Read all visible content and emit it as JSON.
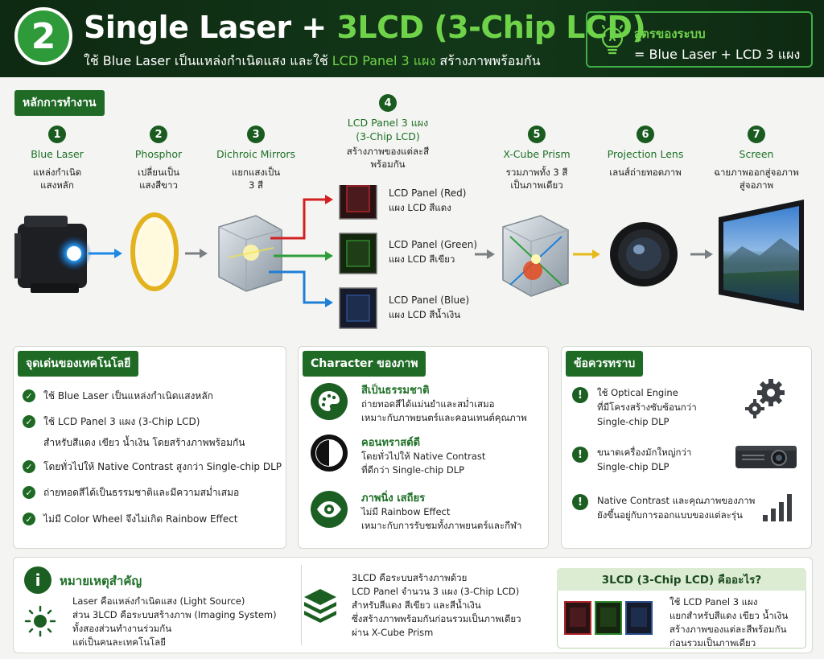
{
  "header": {
    "number": "2",
    "title_a": "Single Laser + ",
    "title_b": "3LCD (3-Chip LCD)",
    "sub_a": "ใช้ Blue Laser เป็นแหล่งกำเนิดแสง และใช้ ",
    "sub_b": "LCD Panel 3 แผง",
    "sub_c": " สร้างภาพพร้อมกัน",
    "formula_title": "สูตรของระบบ",
    "formula_value": "= Blue Laser + LCD 3 แผง"
  },
  "process": {
    "label": "หลักการทำงาน",
    "steps": [
      {
        "num": "1",
        "title": "Blue Laser",
        "desc1": "แหล่งกำเนิด",
        "desc2": "แสงหลัก"
      },
      {
        "num": "2",
        "title": "Phosphor",
        "desc1": "เปลี่ยนเป็น",
        "desc2": "แสงสีขาว"
      },
      {
        "num": "3",
        "title": "Dichroic Mirrors",
        "desc1": "แยกแสงเป็น",
        "desc2": "3 สี"
      },
      {
        "num": "4",
        "title1": "LCD Panel 3 แผง",
        "title2": "(3-Chip LCD)",
        "desc1": "สร้างภาพของแต่ละสี",
        "desc2": "พร้อมกัน"
      },
      {
        "num": "5",
        "title": "X-Cube Prism",
        "desc1": "รวมภาพทั้ง 3 สี",
        "desc2": "เป็นภาพเดียว"
      },
      {
        "num": "6",
        "title": "Projection Lens",
        "desc1": "เลนส์ถ่ายทอดภาพ",
        "desc2": ""
      },
      {
        "num": "7",
        "title": "Screen",
        "desc1": "ฉายภาพออกสู่จอภาพ",
        "desc2": "สู่จอภาพ"
      }
    ],
    "lcd": [
      {
        "title": "LCD Panel (Red)",
        "sub": "แผง LCD สีแดง",
        "color": "#b0282c"
      },
      {
        "title": "LCD Panel (Green)",
        "sub": "แผง LCD สีเขียว",
        "color": "#2f8a2f"
      },
      {
        "title": "LCD Panel (Blue)",
        "sub": "แผง LCD สีน้ำเงิน",
        "color": "#2d4f8f"
      }
    ]
  },
  "features": {
    "label": "จุดเด่นของเทคโนโลยี",
    "items": [
      "ใช้ Blue Laser เป็นแหล่งกำเนิดแสงหลัก",
      "ใช้ LCD Panel 3 แผง (3-Chip LCD)",
      "สำหรับสีแดง เขียว น้ำเงิน โดยสร้างภาพพร้อมกัน",
      "โดยทั่วไปให้ Native Contrast สูงกว่า Single-chip DLP",
      "ถ่ายทอดสีได้เป็นธรรมชาติและมีความสม่ำเสมอ",
      "ไม่มี Color Wheel จึงไม่เกิด Rainbow Effect"
    ]
  },
  "character": {
    "label": "Character ของภาพ",
    "items": [
      {
        "title": "สีเป็นธรรมชาติ",
        "d1": "ถ่ายทอดสีได้แม่นยำและสม่ำเสมอ",
        "d2": "เหมาะกับภาพยนตร์และคอนเทนต์คุณภาพ",
        "icon": "palette-icon"
      },
      {
        "title": "คอนทราสต์ดี",
        "d1": "โดยทั่วไปให้ Native Contrast",
        "d2": "ที่ดีกว่า Single-chip DLP",
        "icon": "contrast-icon"
      },
      {
        "title": "ภาพนิ่ง เสถียร",
        "d1": "ไม่มี Rainbow Effect",
        "d2": "เหมาะกับการรับชมทั้งภาพยนตร์และกีฬา",
        "icon": "eye-icon"
      }
    ]
  },
  "notes": {
    "label": "ข้อควรทราบ",
    "items": [
      {
        "d1": "ใช้ Optical Engine",
        "d2": "ที่มีโครงสร้างซับซ้อนกว่า",
        "d3": "Single-chip DLP"
      },
      {
        "d1": "ขนาดเครื่องมักใหญ่กว่า",
        "d2": "Single-chip DLP",
        "d3": ""
      },
      {
        "d1": "Native Contrast และคุณภาพของภาพ",
        "d2": "ยังขึ้นอยู่กับการออกแบบของแต่ละรุ่น",
        "d3": ""
      }
    ]
  },
  "bottom": {
    "important_title": "หมายเหตุสำคัญ",
    "important": [
      "Laser คือแหล่งกำเนิดแสง (Light Source)",
      "ส่วน 3LCD คือระบบสร้างภาพ (Imaging System)",
      "ทั้งสองส่วนทำงานร่วมกัน",
      "แต่เป็นคนละเทคโนโลยี"
    ],
    "middle": [
      "3LCD คือระบบสร้างภาพด้วย",
      "LCD Panel จำนวน 3 แผง (3-Chip LCD)",
      "สำหรับสีแดง สีเขียว และสีน้ำเงิน",
      "ซึ่งสร้างภาพพร้อมกันก่อนรวมเป็นภาพเดียว",
      "ผ่าน X-Cube Prism"
    ],
    "what_title": "3LCD (3-Chip LCD) คืออะไร?",
    "what": [
      "ใช้ LCD Panel 3 แผง",
      "แยกสำหรับสีแดง เขียว น้ำเงิน",
      "สร้างภาพของแต่ละสีพร้อมกัน",
      "ก่อนรวมเป็นภาพเดียว"
    ]
  },
  "colors": {
    "accent": "#1f6b26",
    "header_bg": "#123718",
    "highlight": "#6fd34a"
  }
}
